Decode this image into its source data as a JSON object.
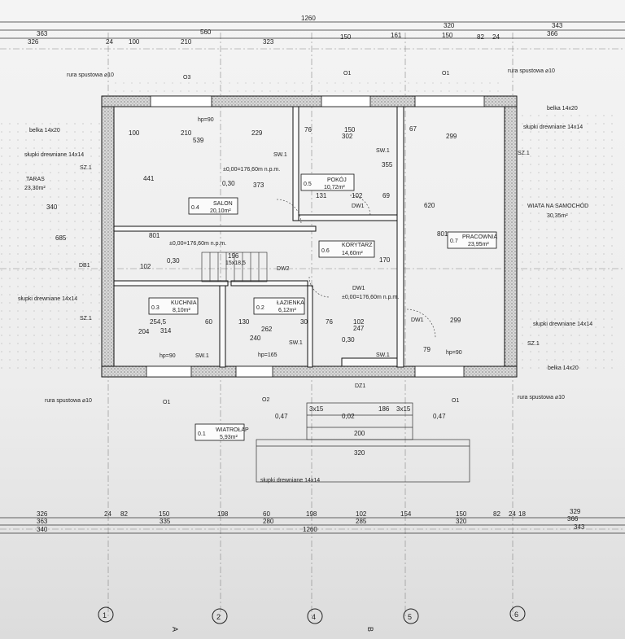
{
  "dims_top": {
    "row1": [
      "1260",
      "343"
    ],
    "row2": [
      "363",
      "560",
      "320",
      "366"
    ],
    "row3": [
      "326",
      "24",
      "100",
      "210",
      "323",
      "150",
      "161",
      "150",
      "82",
      "24"
    ]
  },
  "dims_bottom": {
    "row1": [
      "326",
      "24",
      "82",
      "150",
      "198",
      "60",
      "198",
      "102",
      "154",
      "150",
      "82",
      "24",
      "18",
      "329"
    ],
    "row2": [
      "363",
      "335",
      "280",
      "285",
      "320",
      "366"
    ],
    "row3": [
      "340",
      "1260",
      "343"
    ]
  },
  "axes": [
    "1",
    "2",
    "4",
    "5",
    "6"
  ],
  "section_marks": [
    "A",
    "B"
  ],
  "rooms": [
    {
      "num": "0.4",
      "name": "SALON",
      "area": "20,10m²"
    },
    {
      "num": "0.5",
      "name": "POKÓJ",
      "area": "10,72m²"
    },
    {
      "num": "0.6",
      "name": "KORYTARZ",
      "area": "14,60m²"
    },
    {
      "num": "0.7",
      "name": "PRACOWNIA",
      "area": "23,95m²"
    },
    {
      "num": "0.3",
      "name": "KUCHNIA",
      "area": "8,10m²"
    },
    {
      "num": "0.2",
      "name": "ŁAZIENKA",
      "area": "6,12m²"
    },
    {
      "num": "0.1",
      "name": "WIATROŁAP",
      "area": "5,93m²"
    }
  ],
  "outside": {
    "taras_name": "TARAS",
    "taras_area": "23,30m²",
    "wiata_name": "WIATA NA SAMOCHÓD",
    "wiata_area": "30,35m²"
  },
  "notes": {
    "rura_left": "rura spustowa ⌀10",
    "rura_right": "rura spustowa ⌀10",
    "rura_bl": "rura spustowa ⌀10",
    "rura_br": "rura spustowa ⌀10",
    "belka_left": "belka 14x20",
    "belka_right": "belka 14x20",
    "belka_br": "belka 14x20",
    "slupki_left": "słupki drewniane 14x14",
    "slupki_right": "słupki drewniane 14x14",
    "slupki_mid_left": "słupki drewniane 14x14",
    "slupki_mid_right": "słupki drewniane 14x14",
    "slupki_bottom": "słupki drewniane 14x14",
    "level_main": "±0,00=176,60m n.p.m.",
    "level_hall": "±0,00=176,60m n.p.m.",
    "level_hall2": "±0,00=176,60m n.p.m.",
    "hp90": "hp=90",
    "hp165": "hp=165",
    "stairs": "15x18,5"
  },
  "labels": {
    "sz1": "SZ.1",
    "sw1": "SW.1",
    "dw1": "DW1",
    "dw2": "DW2",
    "db1": "DB1",
    "dz1": "DZ1",
    "o1": "O1",
    "o2": "O2",
    "o3": "O3"
  },
  "room_dims": [
    "539",
    "441",
    "373",
    "801",
    "685",
    "340",
    "100",
    "210",
    "229",
    "76",
    "150",
    "67",
    "299",
    "302",
    "355",
    "131",
    "102",
    "69",
    "620",
    "801",
    "170",
    "196",
    "102",
    "254,5",
    "60",
    "130",
    "262",
    "30",
    "76",
    "102",
    "247",
    "314",
    "204",
    "240",
    "299",
    "79",
    "320",
    "200",
    "186",
    "3x15",
    "0,47",
    "0,02",
    "0,30"
  ]
}
